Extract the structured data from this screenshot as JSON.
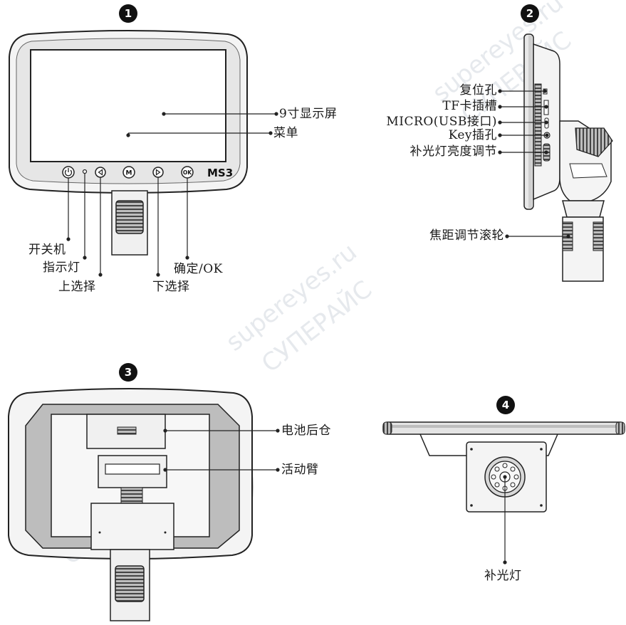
{
  "panels": [
    {
      "id": "panel-1",
      "number": "1"
    },
    {
      "id": "panel-2",
      "number": "2"
    },
    {
      "id": "panel-3",
      "number": "3"
    },
    {
      "id": "panel-4",
      "number": "4"
    }
  ],
  "panel1": {
    "model_badge": "MS3",
    "labels": {
      "display": "9寸显示屏",
      "menu": "菜单",
      "power": "开关机",
      "indicator": "指示灯",
      "up": "上选择",
      "down": "下选择",
      "ok": "确定/OK"
    },
    "buttons": {
      "menu": "M",
      "ok": "OK"
    }
  },
  "panel2": {
    "labels": {
      "reset_hole": "复位孔",
      "tf_slot": "TF卡插槽",
      "micro_usb": "MICRO(USB接口)",
      "key_jack": "Key插孔",
      "fill_light_brightness": "补光灯亮度调节",
      "focus_wheel": "焦距调节滚轮"
    }
  },
  "panel3": {
    "labels": {
      "battery_cover": "电池后仓",
      "arm": "活动臂"
    }
  },
  "panel4": {
    "labels": {
      "fill_light": "补光灯"
    }
  },
  "watermark": {
    "text_en": "supereyes.ru",
    "text_ru": "СУПЕРАЙС"
  }
}
